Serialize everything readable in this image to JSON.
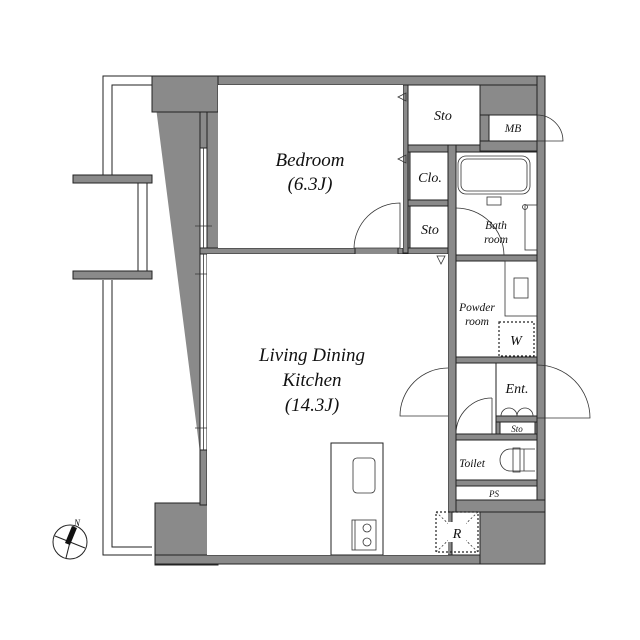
{
  "plan": {
    "colors": {
      "wall": "#8a8a8a",
      "line": "#222222",
      "background": "#ffffff"
    },
    "rooms": {
      "bedroom": {
        "name": "Bedroom",
        "size": "(6.3J)"
      },
      "ldk": {
        "line1": "Living Dining",
        "line2": "Kitchen",
        "size": "(14.3J)"
      },
      "sto_top": "Sto",
      "mb": "MB",
      "clo": "Clo.",
      "sto_mid": "Sto",
      "bath": {
        "line1": "Bath",
        "line2": "room"
      },
      "powder": {
        "line1": "Powder",
        "line2": "room"
      },
      "washer": "W",
      "entrance": "Ent.",
      "sto_ent": "Sto",
      "toilet": "Toilet",
      "ps": "PS",
      "fridge": "R"
    },
    "compass": {
      "label": "N",
      "icon": "north-arrow-icon"
    }
  }
}
